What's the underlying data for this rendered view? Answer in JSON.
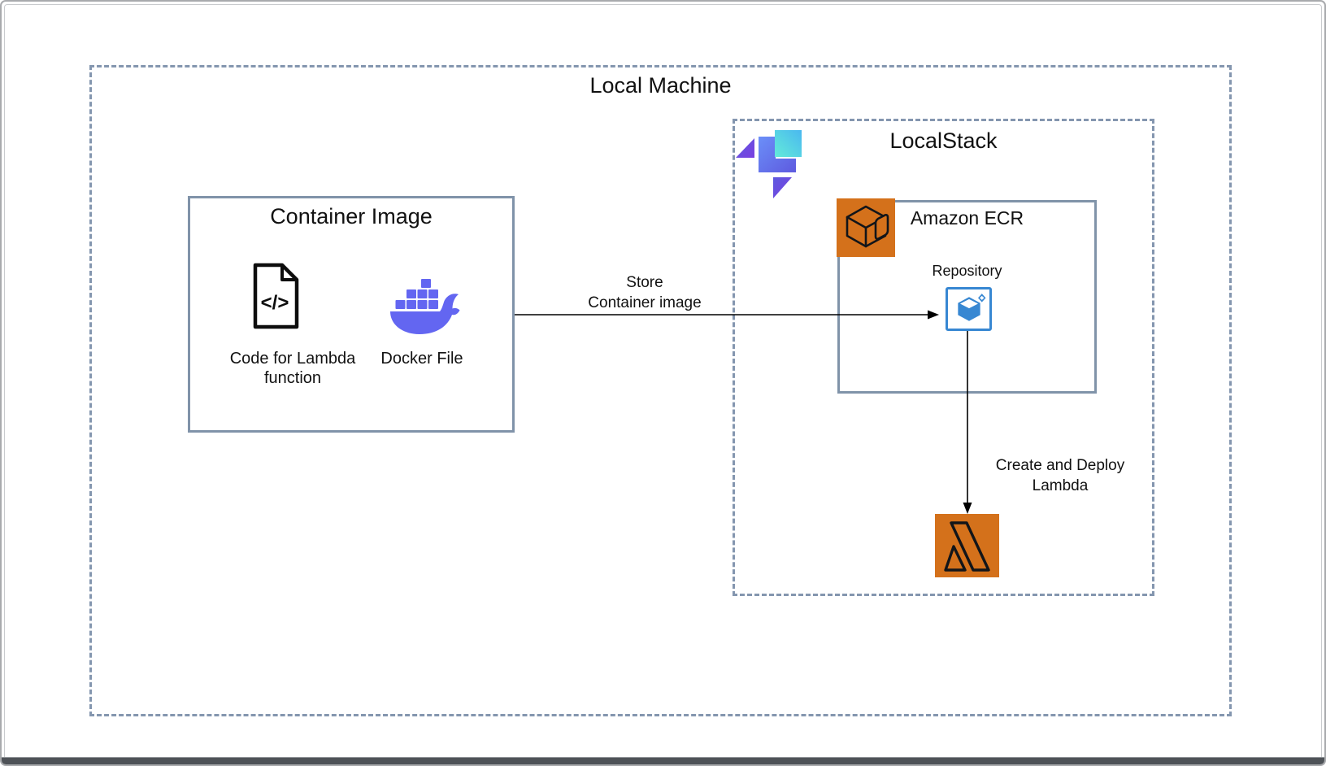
{
  "local_machine": {
    "title": "Local Machine"
  },
  "container_image": {
    "title": "Container Image",
    "code_item": {
      "line1": "Code for Lambda",
      "line2": "function"
    },
    "docker_item": {
      "label": "Docker File"
    }
  },
  "localstack": {
    "title": "LocalStack",
    "ecr": {
      "title": "Amazon ECR",
      "repository_label": "Repository"
    }
  },
  "arrows": {
    "store": {
      "line1": "Store",
      "line2": "Container image"
    },
    "deploy": {
      "line1": "Create and Deploy",
      "line2": "Lambda"
    }
  },
  "icons": {
    "localstack_logo": "localstack-logo-icon",
    "code_file": "code-file-icon",
    "docker_whale": "docker-whale-icon",
    "ecr_service": "amazon-ecr-service-icon",
    "ecr_repository": "ecr-repository-icon",
    "aws_lambda": "aws-lambda-icon"
  },
  "colors": {
    "aws_orange": "#D4711B",
    "docker_purple": "#6366F1",
    "repository_blue": "#3787D2",
    "dashed_border": "#8496AF",
    "box_border": "#8093A9",
    "arrow": "#000000",
    "text": "#111111",
    "window_edge": "#4E5257",
    "localstack_cyan": "#4AC8E9",
    "localstack_indigo": "#5D78E6",
    "localstack_purple": "#6C50D8"
  }
}
